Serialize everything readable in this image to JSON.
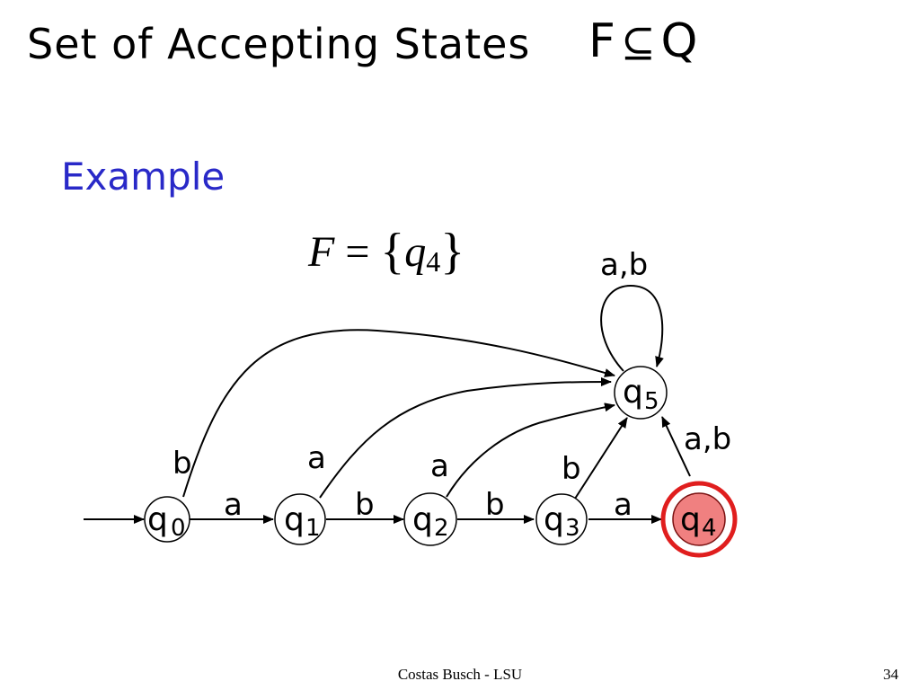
{
  "slide": {
    "title": "Set of Accepting States",
    "title_math": {
      "left": "F",
      "relation": "⊆",
      "right": "Q"
    },
    "subtitle": "Example",
    "formula": {
      "lhs": "F",
      "eq": "=",
      "open": "{",
      "var": "q",
      "sub": "4",
      "close": "}"
    },
    "footer": "Costas Busch - LSU",
    "page_number": "34"
  },
  "colors": {
    "subtitle": "#2929c8",
    "accept_fill": "#f08080",
    "accept_ring": "#e01e1e",
    "stroke": "#000000"
  },
  "automaton": {
    "states": [
      {
        "id": "q0",
        "name": "q",
        "sub": "0",
        "start": true,
        "accepting": false
      },
      {
        "id": "q1",
        "name": "q",
        "sub": "1",
        "start": false,
        "accepting": false
      },
      {
        "id": "q2",
        "name": "q",
        "sub": "2",
        "start": false,
        "accepting": false
      },
      {
        "id": "q3",
        "name": "q",
        "sub": "3",
        "start": false,
        "accepting": false
      },
      {
        "id": "q4",
        "name": "q",
        "sub": "4",
        "start": false,
        "accepting": true
      },
      {
        "id": "q5",
        "name": "q",
        "sub": "5",
        "start": false,
        "accepting": false
      }
    ],
    "transitions": [
      {
        "from": "q0",
        "to": "q1",
        "label": "a"
      },
      {
        "from": "q1",
        "to": "q2",
        "label": "b"
      },
      {
        "from": "q2",
        "to": "q3",
        "label": "b"
      },
      {
        "from": "q3",
        "to": "q4",
        "label": "a"
      },
      {
        "from": "q0",
        "to": "q5",
        "label": "b"
      },
      {
        "from": "q1",
        "to": "q5",
        "label": "a"
      },
      {
        "from": "q2",
        "to": "q5",
        "label": "a"
      },
      {
        "from": "q3",
        "to": "q5",
        "label": "b"
      },
      {
        "from": "q4",
        "to": "q5",
        "label": "a,b"
      },
      {
        "from": "q5",
        "to": "q5",
        "label": "a,b"
      }
    ]
  }
}
